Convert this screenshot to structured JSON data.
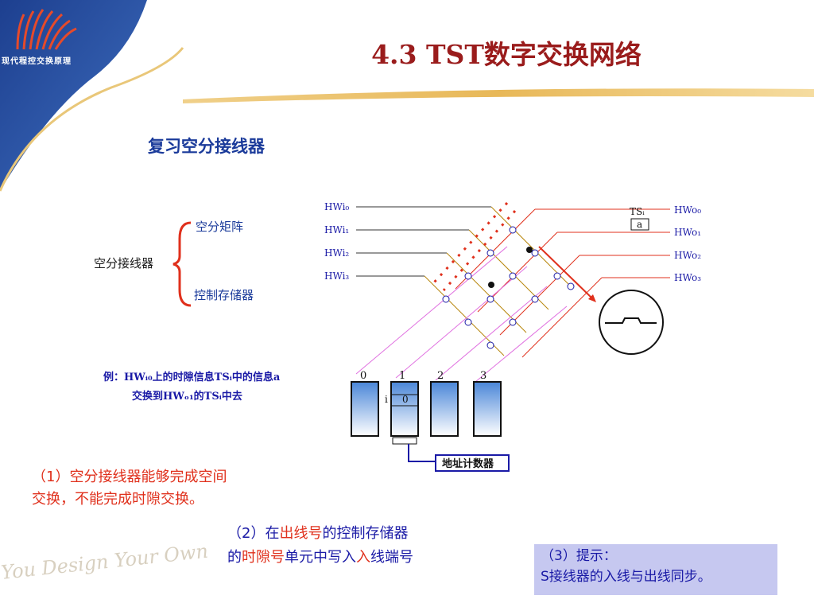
{
  "header": {
    "logo_text": "现代程控交换原理",
    "title": "4.3  TST数字交换网络"
  },
  "section": {
    "subtitle": "复习空分接线器"
  },
  "diagram": {
    "tree_root": "空分接线器",
    "tree_branch_1": "空分矩阵",
    "tree_branch_2": "控制存储器",
    "example_line1": "例：HWᵢ₀上的时隙信息TSᵢ中的信息a",
    "example_line2": "交换到HWₒ₁的TSᵢ中去",
    "inputs": [
      "HWi₀",
      "HWi₁",
      "HWi₂",
      "HWi₃"
    ],
    "outputs": [
      "HWo₀",
      "HWo₁",
      "HWo₂",
      "HWo₃"
    ],
    "ts_label": "TSᵢ",
    "ts_value": "a",
    "memory_columns": [
      "0",
      "1",
      "2",
      "3"
    ],
    "cell_i": "i",
    "cell_value": "0",
    "address_counter": "地址计数器"
  },
  "notes": {
    "note1_line1": "（1）空分接线器能够完成空间",
    "note1_line2": "交换，不能完成时隙交换。",
    "note2_prefix": "（2）在",
    "note2_red1": "出线号",
    "note2_mid1": "的控制存储器",
    "note2_line2_a": "的",
    "note2_red2": "时隙号",
    "note2_mid2": "单元中写入",
    "note2_red3": "入",
    "note2_end": "线端号",
    "note3_line1": "（3）提示：",
    "note3_line2": "S接线器的入线与出线同步。"
  },
  "watermark": "You Design Your Own"
}
